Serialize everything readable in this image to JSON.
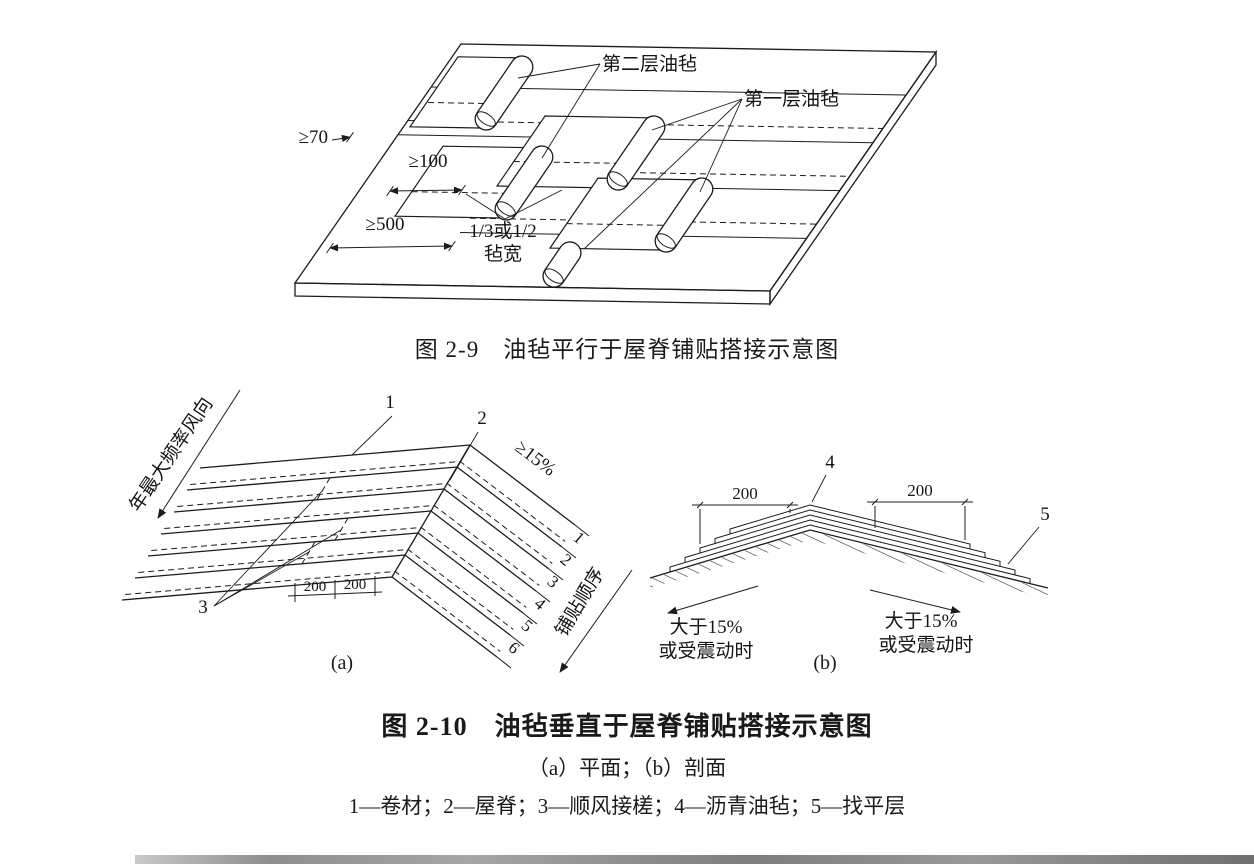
{
  "figure_2_9": {
    "caption": "图 2-9　油毡平行于屋脊铺贴搭接示意图",
    "labels": {
      "second_layer_felt": "第二层油毡",
      "first_layer_felt": "第一层油毡"
    },
    "dimensions": {
      "lap_70": "≥70",
      "lap_100": "≥100",
      "lap_500": "≥500",
      "felt_width_line1": "1/3或1/2",
      "felt_width_line2": "毡宽"
    }
  },
  "figure_2_10": {
    "caption": "图 2-10　油毡垂直于屋脊铺贴搭接示意图",
    "subcaption": "（a）平面；（b）剖面",
    "legend": "1—卷材；2—屋脊；3—顺风接槎；4—沥青油毡；5—找平层",
    "plan": {
      "sub_label": "(a)",
      "wind_direction": "年最大频率风向",
      "slope": "≥15%",
      "laying_order": "铺贴顺序",
      "strip_numbers": [
        "6",
        "5",
        "4",
        "3",
        "2",
        "1"
      ],
      "dim_stagger_1": "200",
      "dim_stagger_2": "200",
      "ref_1": "1",
      "ref_2": "2",
      "ref_3": "3"
    },
    "section": {
      "sub_label": "(b)",
      "dim_lap_left": "200",
      "dim_lap_right": "200",
      "ref_4": "4",
      "ref_5": "5",
      "slope_note_left_line1": "大于15%",
      "slope_note_left_line2": "或受震动时",
      "slope_note_right_line1": "大于15%",
      "slope_note_right_line2": "或受震动时"
    }
  }
}
